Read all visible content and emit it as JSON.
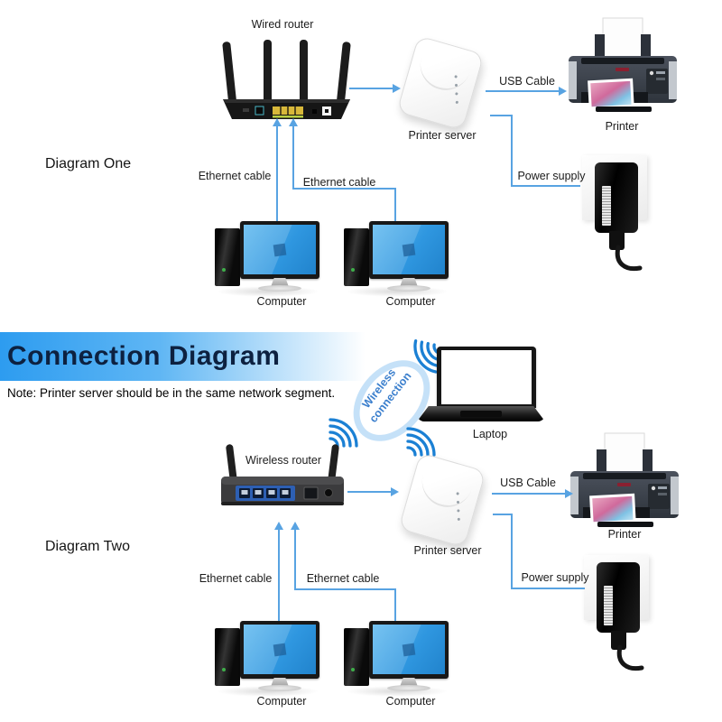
{
  "banner": {
    "title": "Connection Diagram",
    "note": "Note: Printer server should be in the same network segment."
  },
  "colors": {
    "line_blue": "#58a3e2",
    "wifi_blue": "#1b80d4",
    "banner_blue": "#2d9cf0",
    "title_navy": "#0d2140",
    "screen_blue": "#2f97e0"
  },
  "diagram_one": {
    "title": "Diagram One",
    "labels": {
      "wired_router": "Wired router",
      "printer_server": "Printer server",
      "usb_cable": "USB Cable",
      "printer": "Printer",
      "power_supply": "Power supply",
      "ethernet_cable_1": "Ethernet cable",
      "ethernet_cable_2": "Ethernet cable",
      "computer_1": "Computer",
      "computer_2": "Computer"
    }
  },
  "diagram_two": {
    "title": "Diagram Two",
    "labels": {
      "wireless_router": "Wireless router",
      "wireless_connection": "Wireless connection",
      "laptop": "Laptop",
      "printer_server": "Printer server",
      "usb_cable": "USB Cable",
      "printer": "Printer",
      "power_supply": "Power supply",
      "ethernet_cable_1": "Ethernet cable",
      "ethernet_cable_2": "Ethernet cable",
      "computer_1": "Computer",
      "computer_2": "Computer"
    }
  }
}
